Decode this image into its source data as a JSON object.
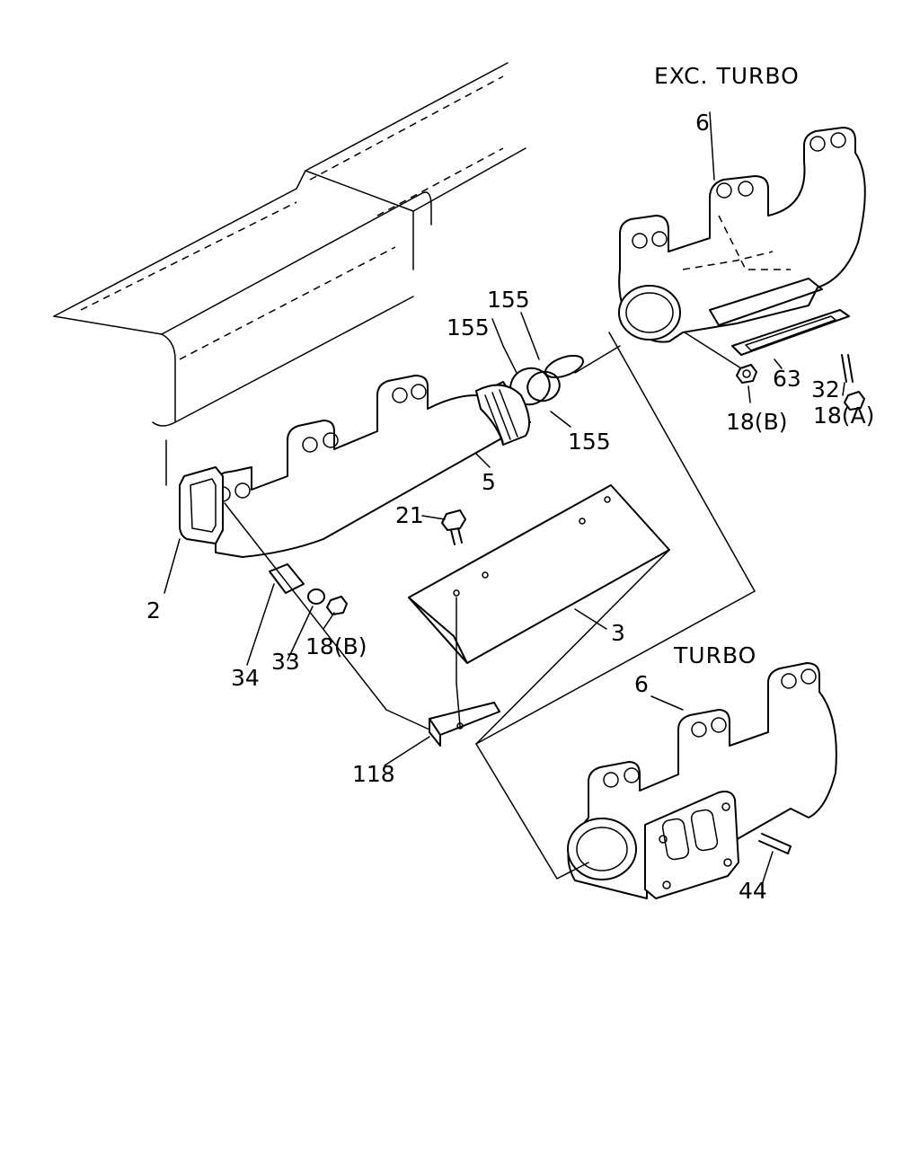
{
  "headings": {
    "exc_turbo": "EXC. TURBO",
    "turbo": "TURBO"
  },
  "callouts": {
    "p6_top": "6",
    "p155_a": "155",
    "p155_b": "155",
    "p155_c": "155",
    "p63": "63",
    "p32": "32",
    "p18b_top": "18(B)",
    "p18a": "18(A)",
    "p5": "5",
    "p2": "2",
    "p21": "21",
    "p3": "3",
    "p34": "34",
    "p33": "33",
    "p18b_bottom": "18(B)",
    "p118": "118",
    "p6_bottom": "6",
    "p44": "44"
  }
}
